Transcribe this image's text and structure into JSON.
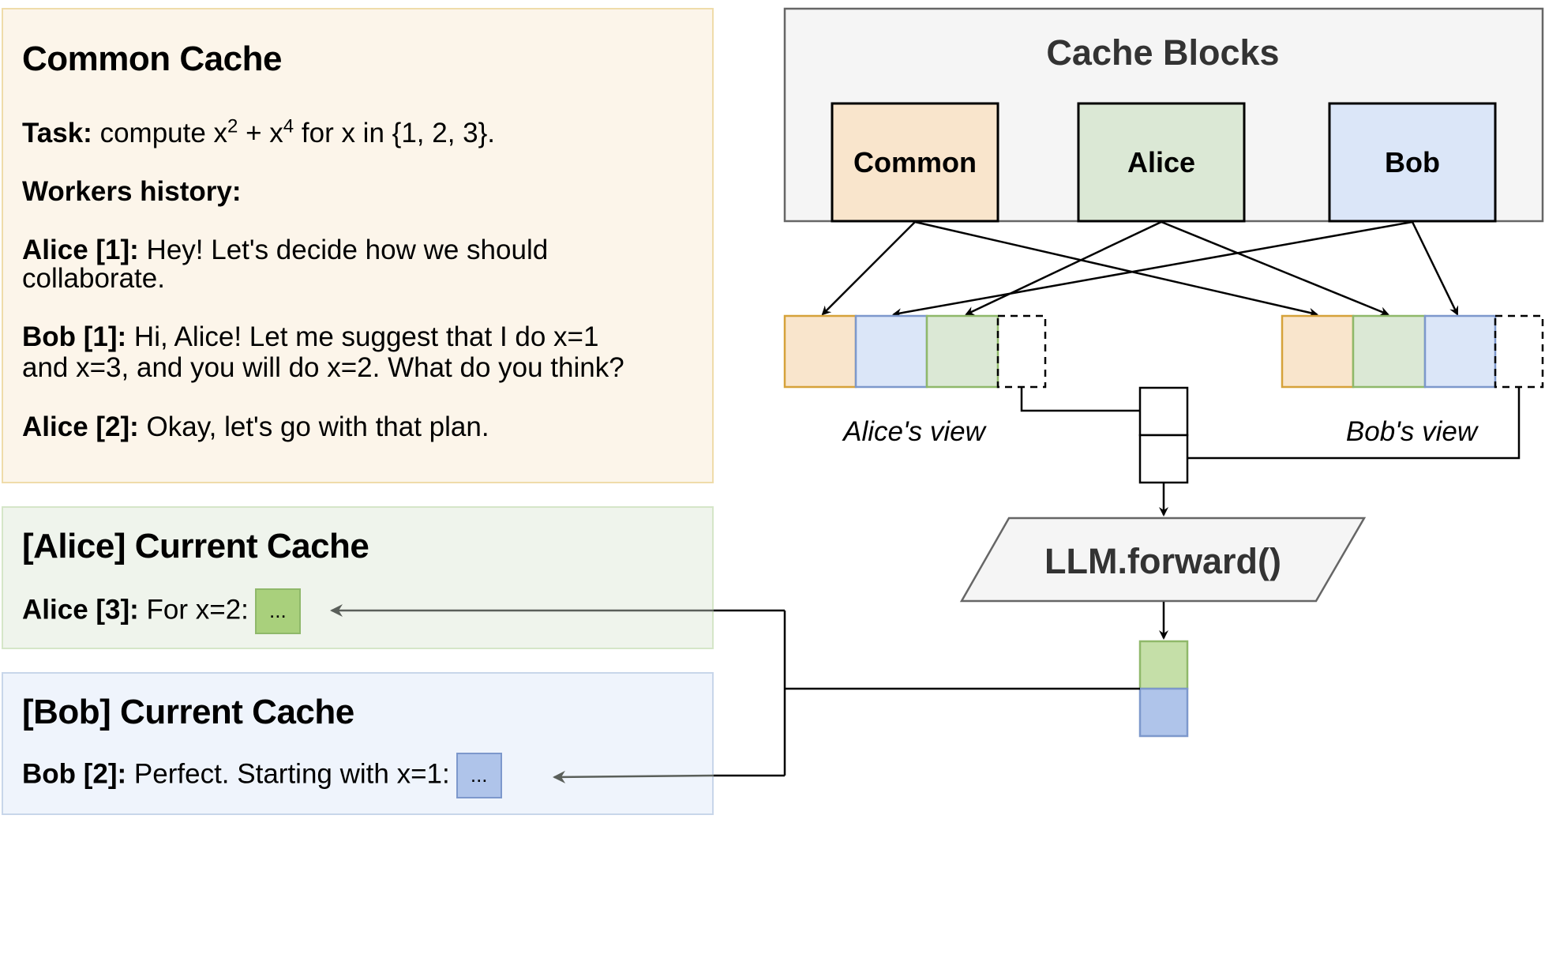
{
  "common_cache": {
    "title": "Common Cache",
    "task_label": "Task:",
    "task_text_pre": " compute x",
    "task_exp1": "2",
    "task_text_mid": " + x",
    "task_exp2": "4",
    "task_text_post": " for x in {1, 2, 3}.",
    "history_label": "Workers history:",
    "messages": [
      {
        "speaker": "Alice [1]:",
        "lines": [
          " Hey! Let's decide how we should",
          "collaborate."
        ]
      },
      {
        "speaker": "Bob [1]:",
        "lines": [
          " Hi, Alice! Let me suggest that I do x=1",
          "and x=3, and you will do x=2. What do you think?"
        ]
      },
      {
        "speaker": "Alice [2]:",
        "lines": [
          " Okay, let's go with that plan."
        ]
      }
    ]
  },
  "alice_cache": {
    "title": "[Alice] Current Cache",
    "speaker": "Alice [3]:",
    "text": " For x=2:",
    "token": "..."
  },
  "bob_cache": {
    "title": "[Bob] Current Cache",
    "speaker": "Bob [2]:",
    "text": " Perfect. Starting with x=1:",
    "token": "..."
  },
  "cache_blocks": {
    "title": "Cache Blocks",
    "blocks": [
      {
        "label": "Common",
        "color": "#f9e5cc"
      },
      {
        "label": "Alice",
        "color": "#dbe8d5"
      },
      {
        "label": "Bob",
        "color": "#dbe6f8"
      }
    ]
  },
  "views": {
    "alice_label": "Alice's view",
    "bob_label": "Bob's view"
  },
  "llm": {
    "label": "LLM.forward()"
  },
  "colors": {
    "common_fill": "#f9e5cc",
    "common_stroke": "#d6a23a",
    "alice_fill": "#dbe8d5",
    "alice_stroke": "#8fb86a",
    "bob_fill": "#dbe6f8",
    "bob_stroke": "#7d98cc",
    "out_green": "#c5dfa8",
    "out_blue": "#afc4ea"
  }
}
